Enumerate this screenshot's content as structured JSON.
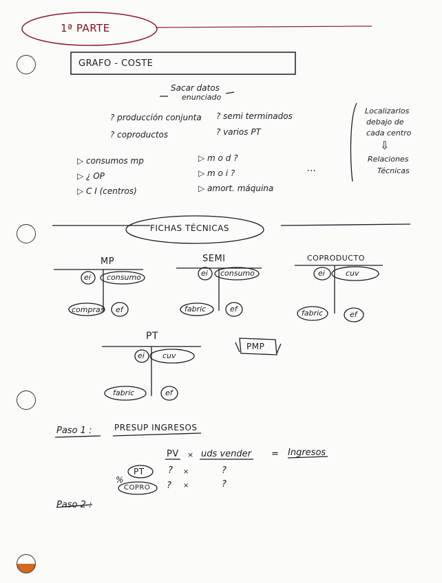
{
  "page": {
    "header_text": "1ª PARTE",
    "title_box": "GRAFO - COSTE",
    "notes": {
      "sacar_datos": "Sacar datos",
      "enunciado": "enunciado",
      "prod_conjunta": "? producción conjunta",
      "semi": "? semi terminados",
      "coproductos": "? coproductos",
      "varios_pt": "? varios PT",
      "consumo_mp": "▷ consumos mp",
      "cop": "▷ ¿ OP",
      "ci": "▷ C I (centros)",
      "mod": "▷ m o d ?",
      "moi": "▷ m o i ?",
      "amort": "▷ amort. máquina",
      "dots": "...",
      "side_1": "Localizarlos",
      "side_2": "debajo de",
      "side_3": "cada centro",
      "side_arrow": "⇩",
      "side_4": "Relaciones",
      "side_5": "Técnicas"
    },
    "fichas_title": "FICHAS TÉCNICAS",
    "ledgers": {
      "mp": {
        "title": "MP",
        "ei": "ei",
        "right_top": "consumo",
        "left_bottom": "compras",
        "ef": "ef"
      },
      "semi": {
        "title": "SEMI",
        "ei": "ei",
        "right_top": "consumo",
        "left_bottom": "fabric",
        "ef": "ef"
      },
      "coproducto": {
        "title": "COPRODUCTO",
        "ei": "ei",
        "right_top": "cuv",
        "left_bottom": "fabric",
        "ef": "ef"
      },
      "pt": {
        "title": "PT",
        "ei": "ei",
        "right_top": "cuv",
        "left_bottom": "fabric",
        "ef": "ef"
      }
    },
    "pmp": "PMP",
    "paso1": {
      "label": "Paso 1 :",
      "title": "PRESUP INGRESOS"
    },
    "formula": {
      "pv": "PV",
      "times": "×",
      "uds": "uds vender",
      "eq": "=",
      "ingresos": "Ingresos"
    },
    "rows": {
      "pct": "%",
      "pt": "PT",
      "copro": "COPRO",
      "q": "?",
      "x": "×"
    },
    "paso2": {
      "label": "Paso 2 :"
    }
  }
}
